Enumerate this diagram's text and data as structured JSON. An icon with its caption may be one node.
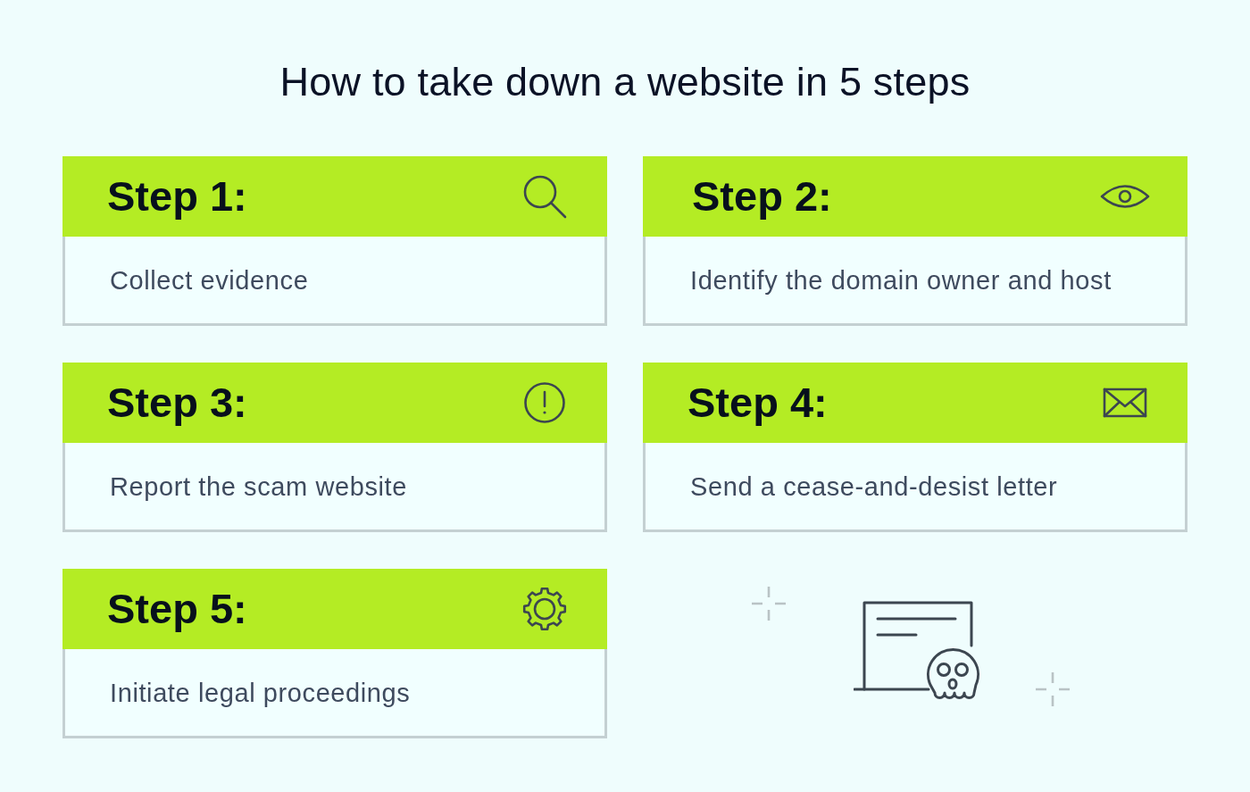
{
  "diagram": {
    "title": "How to take down a website in 5 steps",
    "nodes": [
      {
        "text": [
          "Step 1:",
          "Collect evidence"
        ]
      },
      {
        "text": [
          "Step 2:",
          "Identify the domain owner and host"
        ]
      },
      {
        "text": [
          "Step 3:",
          "Report the scam website"
        ]
      },
      {
        "text": [
          "Step 4:",
          "Send a cease-and-desist letter"
        ]
      },
      {
        "text": [
          "Step 5:",
          "Initiate legal proceedings"
        ]
      }
    ]
  }
}
